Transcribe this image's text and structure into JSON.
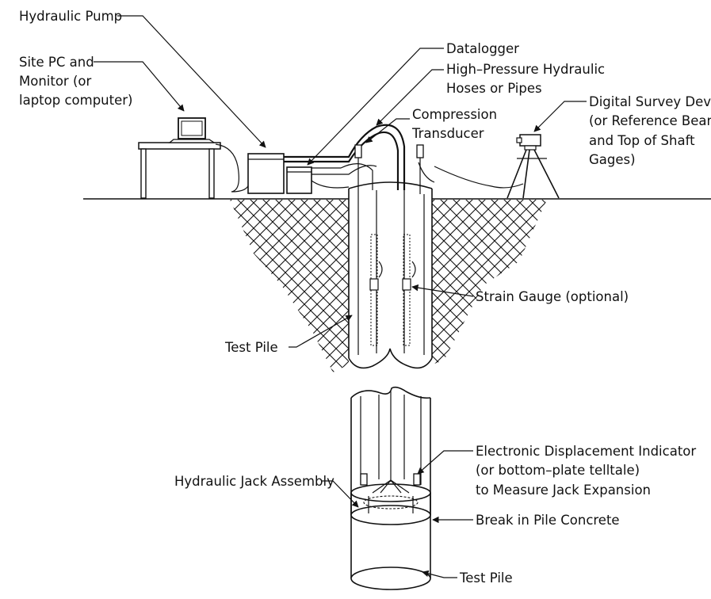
{
  "labels": {
    "hydraulic_pump": "Hydraulic Pump",
    "site_pc": [
      "Site PC and",
      "Monitor (or",
      "laptop computer)"
    ],
    "datalogger": "Datalogger",
    "hoses": [
      "High–Pressure Hydraulic",
      "Hoses or Pipes"
    ],
    "compression_transducer": [
      "Compression",
      "Transducer"
    ],
    "digital_survey": [
      "Digital Survey Device",
      "(or Reference Beam",
      "and Top of Shaft",
      "Gages)"
    ],
    "strain_gauge": "Strain Gauge (optional)",
    "test_pile_upper": "Test Pile",
    "edi": [
      "Electronic Displacement Indicator",
      "(or bottom–plate telltale)",
      "to Measure Jack Expansion"
    ],
    "jack_assembly": "Hydraulic Jack Assembly",
    "break": "Break in Pile Concrete",
    "test_pile_lower": "Test Pile"
  }
}
